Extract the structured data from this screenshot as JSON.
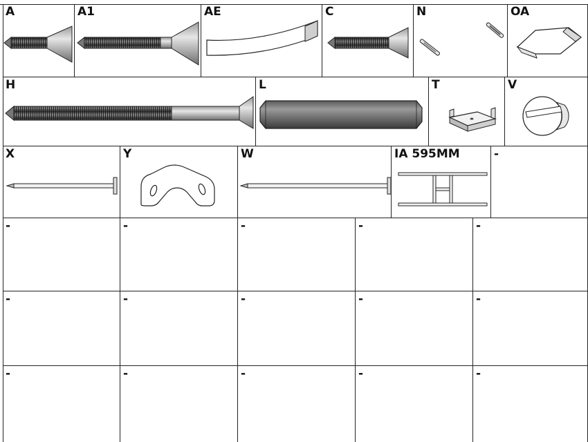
{
  "parts": {
    "A": "A",
    "A1": "A1",
    "AE": "AE",
    "C": "C",
    "N": "N",
    "OA": "OA",
    "H": "H",
    "L": "L",
    "T": "T",
    "V": "V",
    "X": "X",
    "Y": "Y",
    "W": "W",
    "IA": "IA 595MM"
  },
  "empty_label": "-",
  "colors": {
    "line": "#222222",
    "metal_dark": "#555555",
    "metal_light": "#d9d9d9",
    "thread": "#333333"
  }
}
